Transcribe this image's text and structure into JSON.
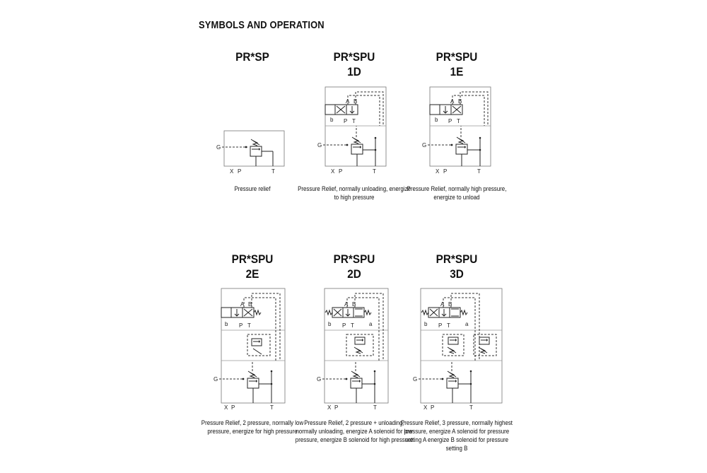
{
  "page": {
    "title": "SYMBOLS AND OPERATION"
  },
  "panels": [
    {
      "code1": "PR*SP",
      "code2": "",
      "caption": "Pressure relief"
    },
    {
      "code1": "PR*SPU",
      "code2": "1D",
      "caption": "Pressure Relief, normally unloading, energize to high pressure"
    },
    {
      "code1": "PR*SPU",
      "code2": "1E",
      "caption": "Pressure Relief, normally high pressure, energize to unload"
    },
    {
      "code1": "PR*SPU",
      "code2": "2E",
      "caption": "Pressure Relief, 2 pressure, normally low pressure, energize for high pressure"
    },
    {
      "code1": "PR*SPU",
      "code2": "2D",
      "caption": "Pressure Relief, 2 pressure + unloading, normally unloading, energize A solenoid for low pressure, energize B solenoid for high pressure"
    },
    {
      "code1": "PR*SPU",
      "code2": "3D",
      "caption": "Pressure Relief, 3 pressure, normally highest pressure,  energize A solenoid for pressure setting A energize B solenoid for pressure setting B"
    }
  ],
  "ports": {
    "g": "G",
    "x": "X",
    "p": "P",
    "t": "T",
    "a": "A",
    "b": "B",
    "lb": "b",
    "la": "a"
  }
}
